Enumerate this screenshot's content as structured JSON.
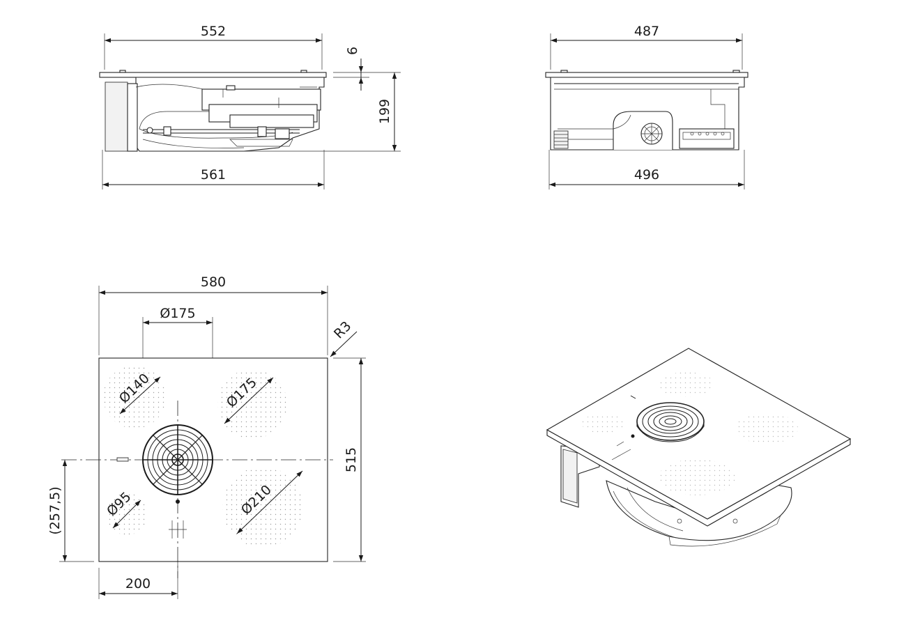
{
  "side_view_front": {
    "width_top": "552",
    "width_bottom": "561",
    "glass_thickness": "6",
    "height": "199"
  },
  "side_view_back": {
    "width_top": "487",
    "width_bottom": "496"
  },
  "top_view": {
    "width": "580",
    "depth": "515",
    "corner_radius": "R3",
    "zone_top_left": "Ø140",
    "zone_top_center": "Ø175",
    "zone_top_right": "Ø175",
    "zone_bottom_left": "Ø95",
    "zone_bottom_right": "Ø210",
    "center_offset": "(257,5)",
    "extractor_offset": "200"
  }
}
